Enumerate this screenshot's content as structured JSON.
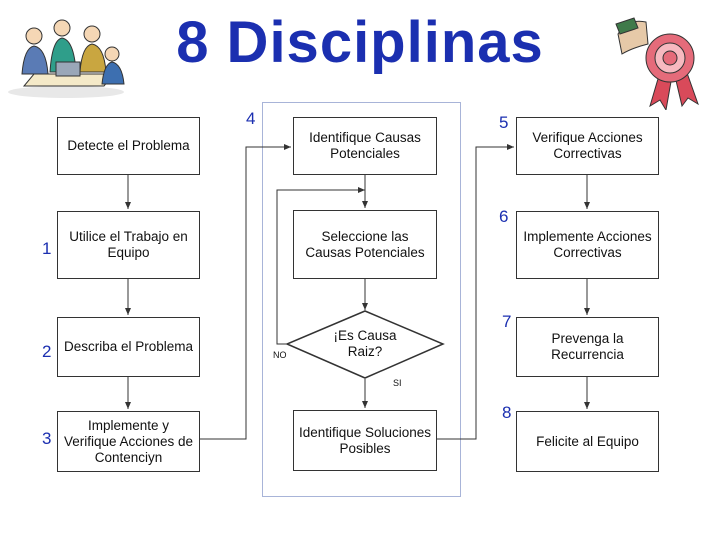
{
  "title": "8 Disciplinas",
  "steps": {
    "detect": "Detecte el Problema",
    "team": "Utilice el Trabajo en Equipo",
    "describe": "Describa el Problema",
    "contain": "Implemente y Verifique Acciones de Contenciyn",
    "identify_causes": "Identifique Causas Potenciales",
    "select_causes": "Seleccione las Causas Potenciales",
    "root_question": "¡Es Causa Raiz?",
    "solutions": "Identifique Soluciones Posibles",
    "verify": "Verifique Acciones Correctivas",
    "implement": "Implemente Acciones Correctivas",
    "prevent": "Prevenga la Recurrencia",
    "congratulate": "Felicite al Equipo"
  },
  "numbers": [
    "1",
    "2",
    "3",
    "4",
    "5",
    "6",
    "7",
    "8"
  ],
  "branch": {
    "no": "NO",
    "yes": "SI"
  },
  "colors": {
    "title": "#1b2fb0",
    "numbers": "#1b2fb0",
    "group_border": "#a8b4d8"
  }
}
